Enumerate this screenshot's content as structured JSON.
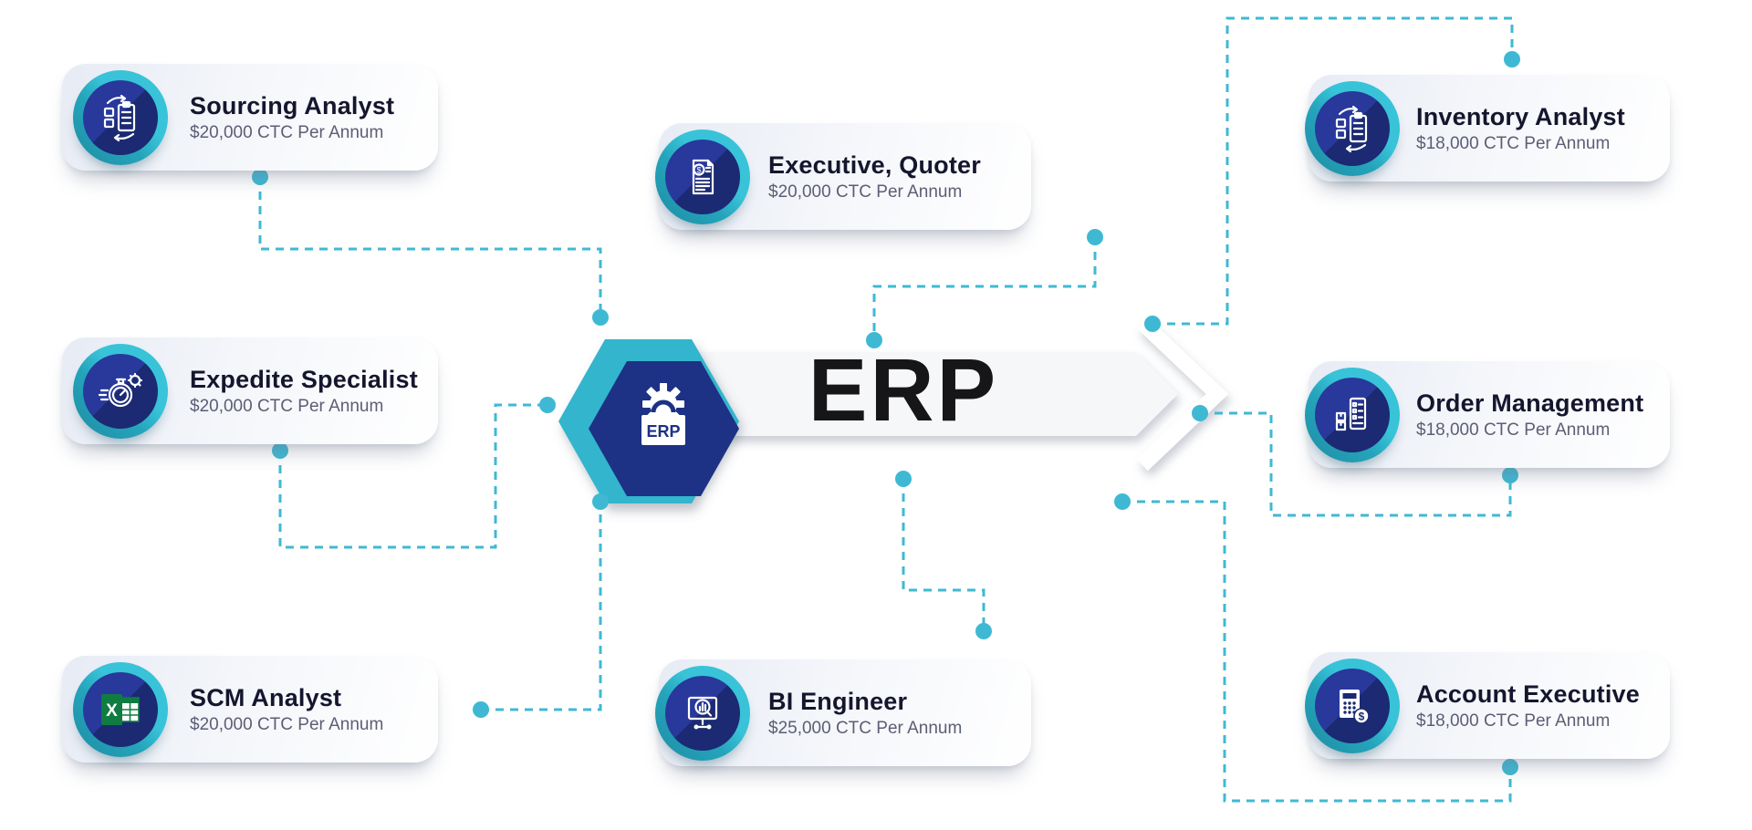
{
  "center": {
    "label": "ERP",
    "icon": "erp-gear-bag-icon",
    "icon_label": "ERP"
  },
  "cards": [
    {
      "id": "sourcing-analyst",
      "title": "Sourcing Analyst",
      "salary": "$20,000 CTC Per Annum",
      "icon": "clipboard-sync-icon",
      "position": "left-top"
    },
    {
      "id": "expedite-specialist",
      "title": "Expedite Specialist",
      "salary": "$20,000 CTC Per Annum",
      "icon": "stopwatch-gear-icon",
      "position": "left-middle"
    },
    {
      "id": "scm-analyst",
      "title": "SCM Analyst",
      "salary": "$20,000 CTC Per Annum",
      "icon": "excel-icon",
      "position": "left-bottom"
    },
    {
      "id": "executive-quoter",
      "title": "Executive, Quoter",
      "salary": "$20,000 CTC Per Annum",
      "icon": "invoice-dollar-icon",
      "position": "center-top"
    },
    {
      "id": "bi-engineer",
      "title": "BI Engineer",
      "salary": "$25,000 CTC Per Annum",
      "icon": "monitor-chart-icon",
      "position": "center-bottom"
    },
    {
      "id": "inventory-analyst",
      "title": "Inventory Analyst",
      "salary": "$18,000 CTC Per Annum",
      "icon": "clipboard-sync-icon",
      "position": "right-top"
    },
    {
      "id": "order-management",
      "title": "Order Management",
      "salary": "$18,000 CTC Per Annum",
      "icon": "clipboard-boxes-icon",
      "position": "right-middle"
    },
    {
      "id": "account-executive",
      "title": "Account Executive",
      "salary": "$18,000 CTC Per Annum",
      "icon": "calculator-dollar-icon",
      "position": "right-bottom"
    }
  ],
  "colors": {
    "connector_teal": "#3fb9d3",
    "accent_tab": "#3cb4cd",
    "hexagon_teal": "#30b5cd",
    "hexagon_navy": "#1d3185",
    "icon_ring_teal": "#38c3d8",
    "icon_circle_navy": "#22318c",
    "banner_gray": "#f6f7f9",
    "title_navy": "#15162e",
    "subtitle_gray": "#5d5d75",
    "excel_green": "#107c41"
  }
}
